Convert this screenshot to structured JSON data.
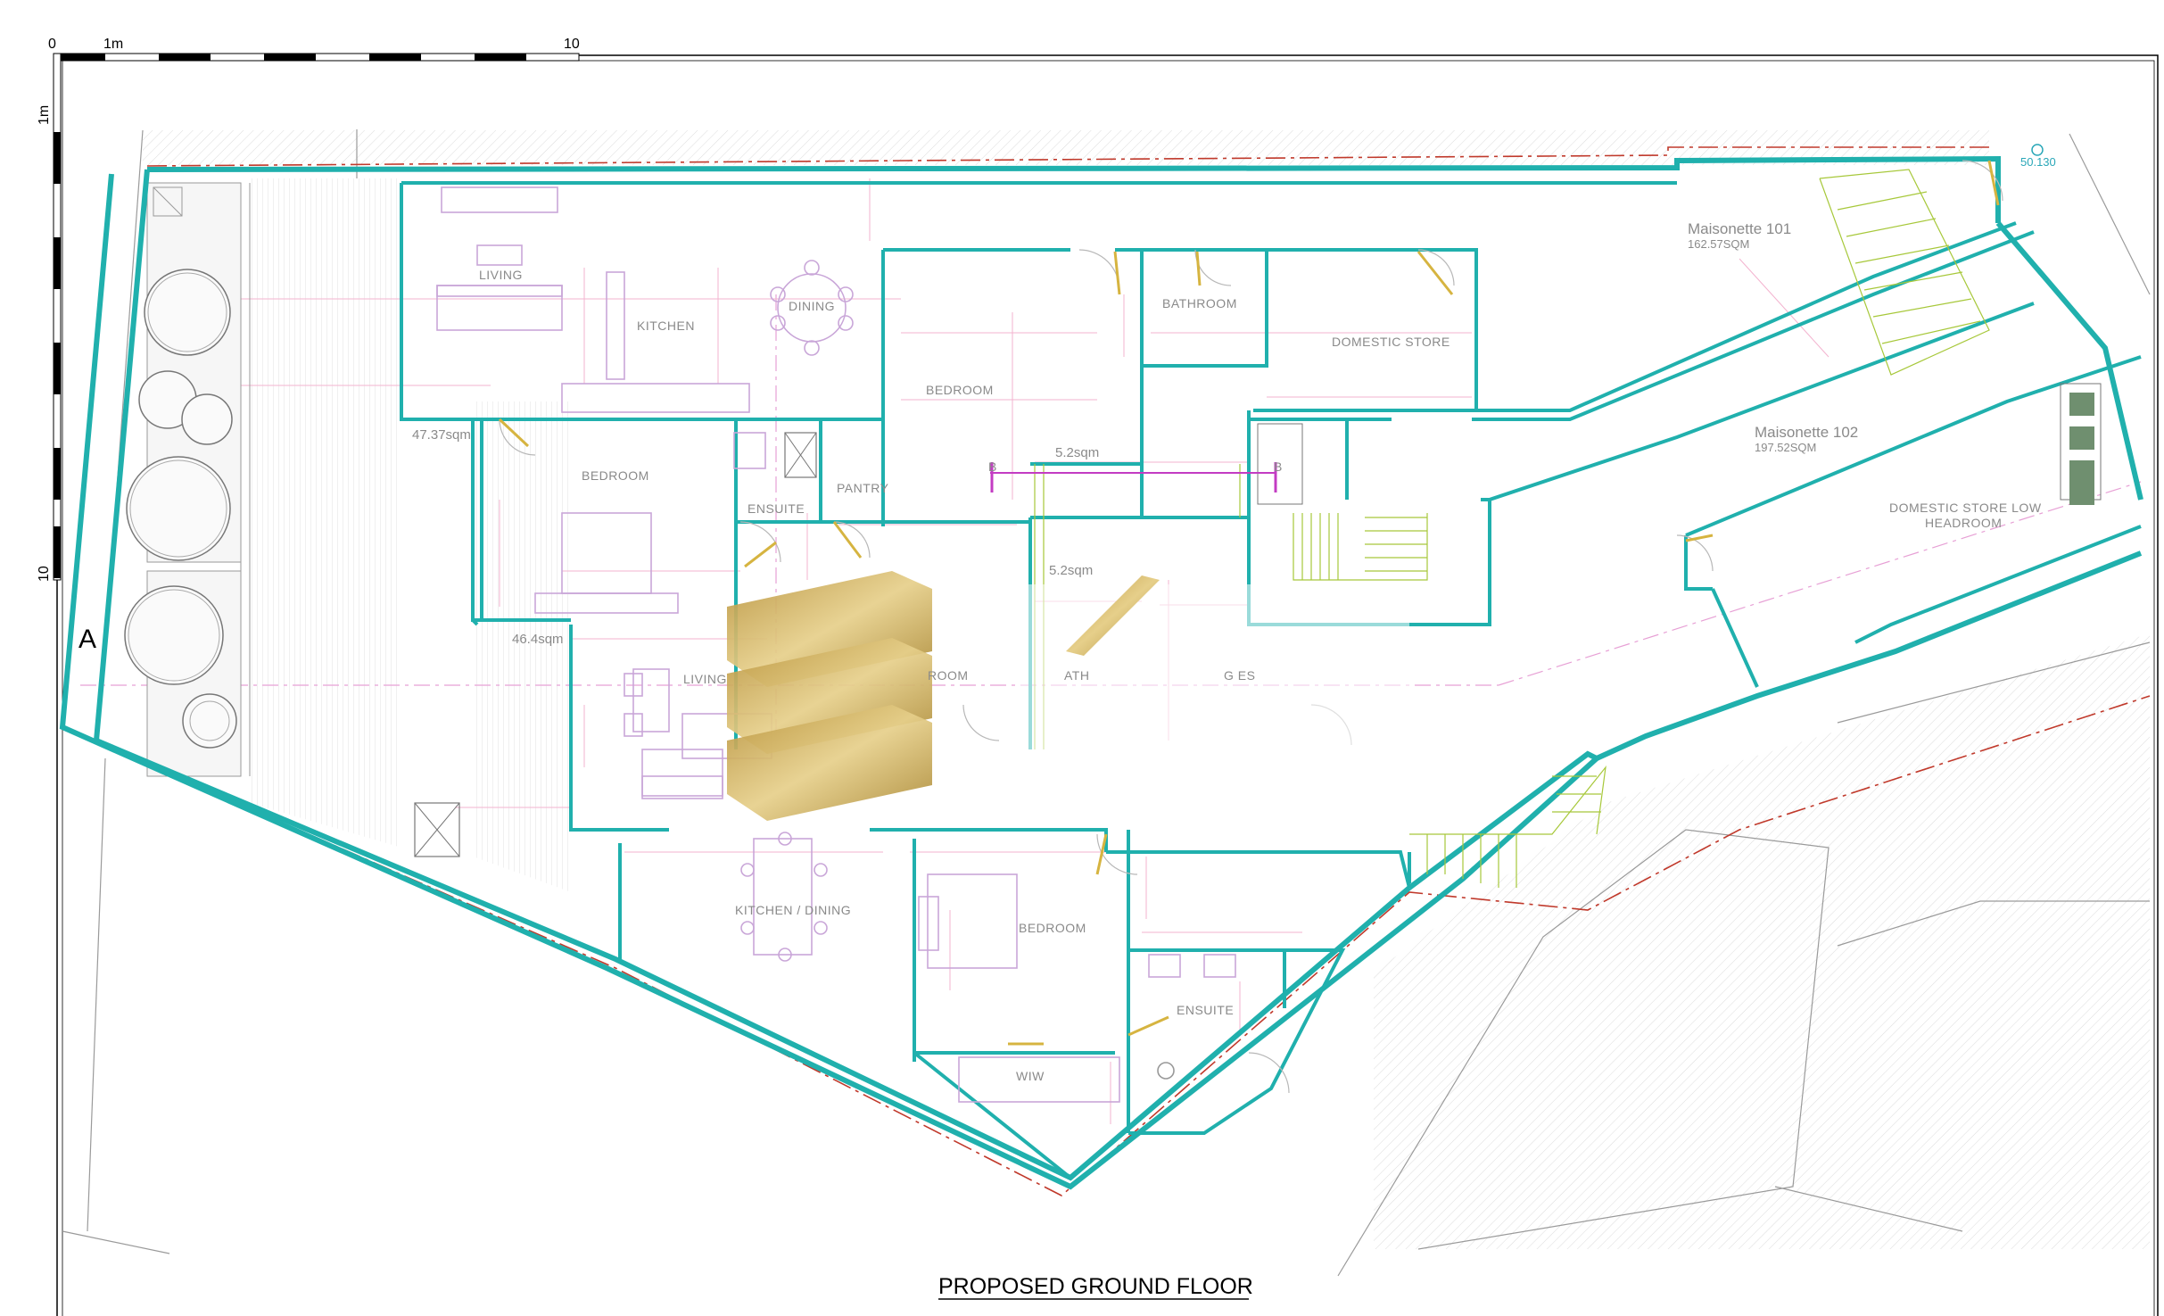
{
  "drawing": {
    "title": "PROPOSED GROUND FLOOR",
    "section_marker": "A",
    "level_mark": "50.130"
  },
  "scale_bar": {
    "top_labels": [
      "0",
      "1m",
      "10"
    ],
    "side_labels": [
      "1m",
      "10"
    ]
  },
  "units": [
    {
      "name": "Maisonette 101",
      "area": "162.57SQM"
    },
    {
      "name": "Maisonette 102",
      "area": "197.52SQM"
    }
  ],
  "rooms": {
    "living_top": "LIVING",
    "kitchen_top": "KITCHEN",
    "dining_top": "DINING",
    "bedroom_top_left": "BEDROOM",
    "ensuite_top": "ENSUITE",
    "pantry": "PANTRY",
    "bedroom_center": "BEDROOM",
    "bathroom": "BATHROOM",
    "domestic_store_top": "DOMESTIC STORE",
    "living_bottom": "LIVING",
    "kitchen_dining": "KITCHEN / DINING",
    "bedroom_bottom": "BEDROOM",
    "ensuite_bottom": "ENSUITE",
    "wiw": "WIW",
    "domestic_store_low_1": "DOMESTIC STORE LOW",
    "domestic_store_low_2": "HEADROOM",
    "partial_room": "ROOM",
    "partial_bath": "ATH",
    "partial_garage": "G ES"
  },
  "areas": {
    "yard_top": "47.37sqm",
    "yard_bottom": "46.4sqm",
    "shaft_1": "5.2sqm",
    "shaft_2": "5.2sqm"
  },
  "section_cut": {
    "left": "B",
    "right": "B"
  },
  "colors": {
    "walls": "#20b0ad",
    "furniture": "#c9a6d8",
    "dimensions": "#f3b3cf",
    "boundary": "#c0392b",
    "stairs": "#a7c83a",
    "logo": "#c8a84e"
  }
}
